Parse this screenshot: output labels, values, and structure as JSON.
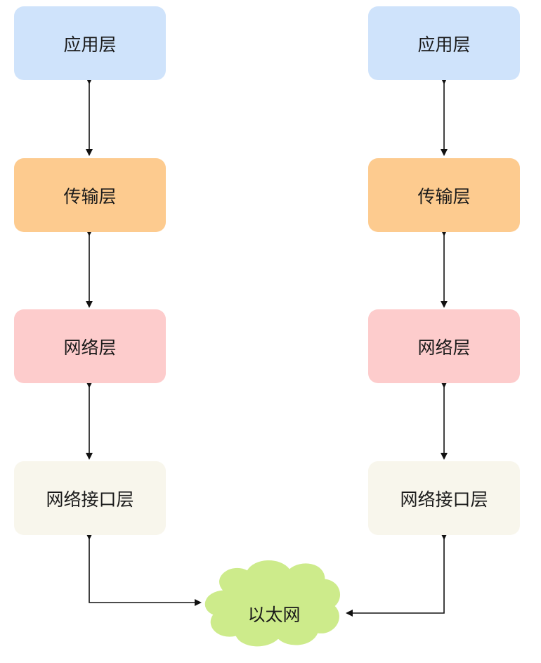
{
  "colors": {
    "application": "#cfe3fb",
    "transport": "#fdcb8f",
    "network": "#fdcccc",
    "link": "#f8f6ec",
    "cloud": "#cdeb8b",
    "arrow": "#111111"
  },
  "left_stack": {
    "application": "应用层",
    "transport": "传输层",
    "network": "网络层",
    "link": "网络接口层"
  },
  "right_stack": {
    "application": "应用层",
    "transport": "传输层",
    "network": "网络层",
    "link": "网络接口层"
  },
  "ethernet": {
    "label": "以太网"
  }
}
